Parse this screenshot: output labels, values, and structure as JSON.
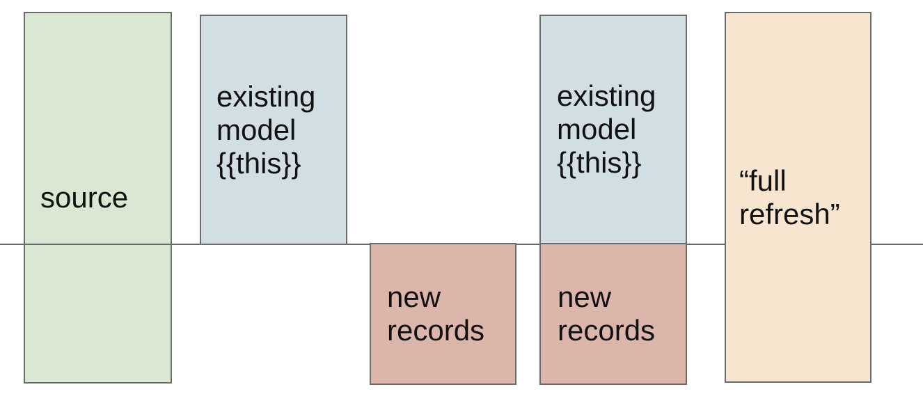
{
  "colors": {
    "background": "#ffffff",
    "border": "#6b6b6b",
    "text": "#111111"
  },
  "timeline": {
    "color": "#686868"
  },
  "boxes": [
    {
      "id": "source",
      "label": "source",
      "fill": "#d9e7d3"
    },
    {
      "id": "existing-model-1",
      "label": "existing\nmodel\n{{this}}",
      "fill": "#d1dee3"
    },
    {
      "id": "new-records-1",
      "label": "new\nrecords",
      "fill": "#dcb6ab"
    },
    {
      "id": "existing-model-2",
      "label": "existing\nmodel\n{{this}}",
      "fill": "#d1dee3"
    },
    {
      "id": "new-records-2",
      "label": "new\nrecords",
      "fill": "#dcb6ab"
    },
    {
      "id": "full-refresh",
      "label": "“full\nrefresh”",
      "fill": "#f8e5cf"
    }
  ]
}
